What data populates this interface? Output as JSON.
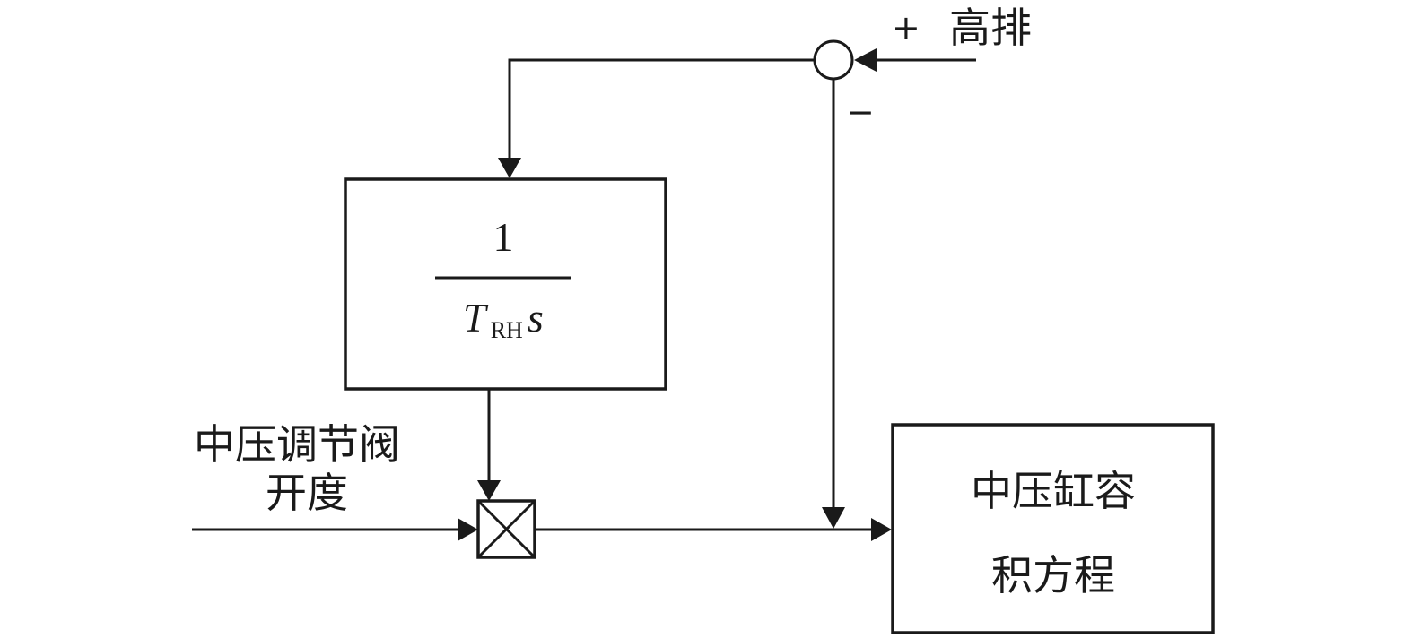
{
  "diagram": {
    "input_high_exhaust": {
      "label": "高排",
      "sign": "+"
    },
    "summing_junction": {
      "minus_sign": "−"
    },
    "transfer_block": {
      "numerator": "1",
      "denominator_symbol": "T",
      "denominator_subscript": "RH",
      "denominator_variable": "s"
    },
    "input_valve_opening": {
      "line1": "中压调节阀",
      "line2": "开度"
    },
    "output_block": {
      "line1": "中压缸容",
      "line2": "积方程"
    }
  }
}
